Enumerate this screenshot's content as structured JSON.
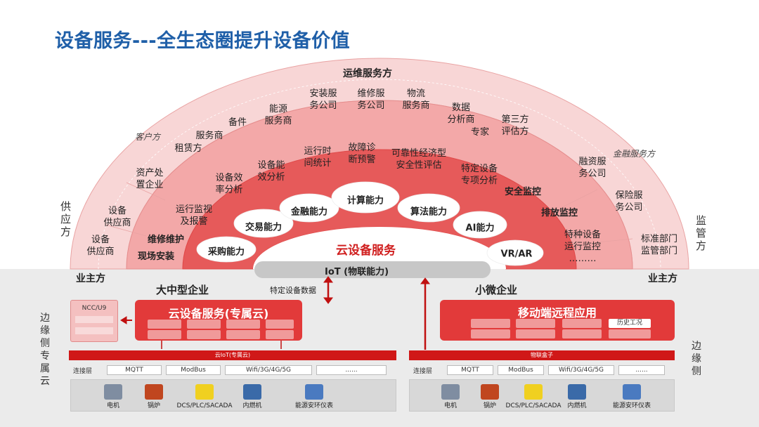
{
  "title": "设备服务---全生态圈提升设备价值",
  "outer_arc": {
    "header": "运维服务方",
    "left_note": "客户方",
    "right_note": "金融服务方",
    "left_side": "供应方",
    "right_side": "监管方",
    "items": [
      {
        "id": "supplier2",
        "text": "设备\n供应商"
      },
      {
        "id": "supplier1",
        "text": "设备\n供应商"
      },
      {
        "id": "disposal",
        "text": "资产处\n置企业"
      },
      {
        "id": "leasing",
        "text": "租赁方"
      },
      {
        "id": "service",
        "text": "服务商"
      },
      {
        "id": "spare",
        "text": "备件"
      },
      {
        "id": "energy",
        "text": "能源\n服务商"
      },
      {
        "id": "install",
        "text": "安装服\n务公司"
      },
      {
        "id": "repair",
        "text": "维修服\n务公司"
      },
      {
        "id": "logistics",
        "text": "物流\n服务商"
      },
      {
        "id": "data",
        "text": "数据\n分析商"
      },
      {
        "id": "expert",
        "text": "专家"
      },
      {
        "id": "third",
        "text": "第三方\n评估方"
      },
      {
        "id": "finance",
        "text": "融资服\n务公司"
      },
      {
        "id": "insurance",
        "text": "保险服\n务公司"
      },
      {
        "id": "standard",
        "text": "标准部门\n监管部门"
      }
    ]
  },
  "middle_arc": {
    "items": [
      {
        "id": "maintenance",
        "text": "维修维护"
      },
      {
        "id": "install_site",
        "text": "现场安装"
      },
      {
        "id": "monitor",
        "text": "运行监视\n及报警"
      },
      {
        "id": "efficiency",
        "text": "设备效\n率分析"
      },
      {
        "id": "energy_eff",
        "text": "设备能\n效分析"
      },
      {
        "id": "runtime",
        "text": "运行时\n间统计"
      },
      {
        "id": "fault",
        "text": "故障诊\n断预警"
      },
      {
        "id": "reliability",
        "text": "可靠性经济型\n安全性评估"
      },
      {
        "id": "special",
        "text": "特定设备\n专项分析"
      },
      {
        "id": "safety",
        "text": "安全监控"
      },
      {
        "id": "emission",
        "text": "排放监控"
      },
      {
        "id": "special_monitor",
        "text": "特种设备\n运行监控\n………"
      }
    ]
  },
  "clouds": [
    {
      "id": "purchase",
      "text": "采购能力"
    },
    {
      "id": "trade",
      "text": "交易能力"
    },
    {
      "id": "finance",
      "text": "金融能力"
    },
    {
      "id": "compute",
      "text": "计算能力"
    },
    {
      "id": "algorithm",
      "text": "算法能力"
    },
    {
      "id": "ai",
      "text": "AI能力"
    },
    {
      "id": "vrar",
      "text": "VR/AR"
    }
  ],
  "center_label": "云设备服务",
  "iot_label": "IoT (物联能力)",
  "owner_left": "业主方",
  "owner_right": "业主方",
  "large_enterprise": "大中型企业",
  "small_enterprise": "小微企业",
  "specific_data": "特定设备数据",
  "left_side_vertical": "边缘侧专属云",
  "right_side_vertical": "边缘侧",
  "left_panel": {
    "title": "云设备服务(专属云)",
    "ncc_title": "NCC/U9",
    "cloud_bar": "云IoT(专属云)",
    "connect_label": "连接层",
    "protocols": [
      "MQTT",
      "ModBus",
      "Wifi/3G/4G/5G",
      "......"
    ],
    "devices": [
      "电机",
      "锅炉",
      "DCS/PLC/SACADA",
      "内燃机",
      "能源安环仪表"
    ]
  },
  "right_panel": {
    "title": "移动端远程应用",
    "history": "历史工况",
    "box_bar": "物联盒子",
    "connect_label": "连接层",
    "protocols": [
      "MQTT",
      "ModBus",
      "Wifi/3G/4G/5G",
      "......"
    ],
    "devices": [
      "电机",
      "锅炉",
      "DCS/PLC/SACADA",
      "内燃机",
      "能源安环仪表"
    ]
  },
  "colors": {
    "title": "#1f5fa8",
    "outer_arc": "#f6cfcf",
    "middle_arc": "#f2a5a5",
    "inner_arc": "#e55454",
    "red": "#e23a3a",
    "dark_red": "#c01010"
  }
}
